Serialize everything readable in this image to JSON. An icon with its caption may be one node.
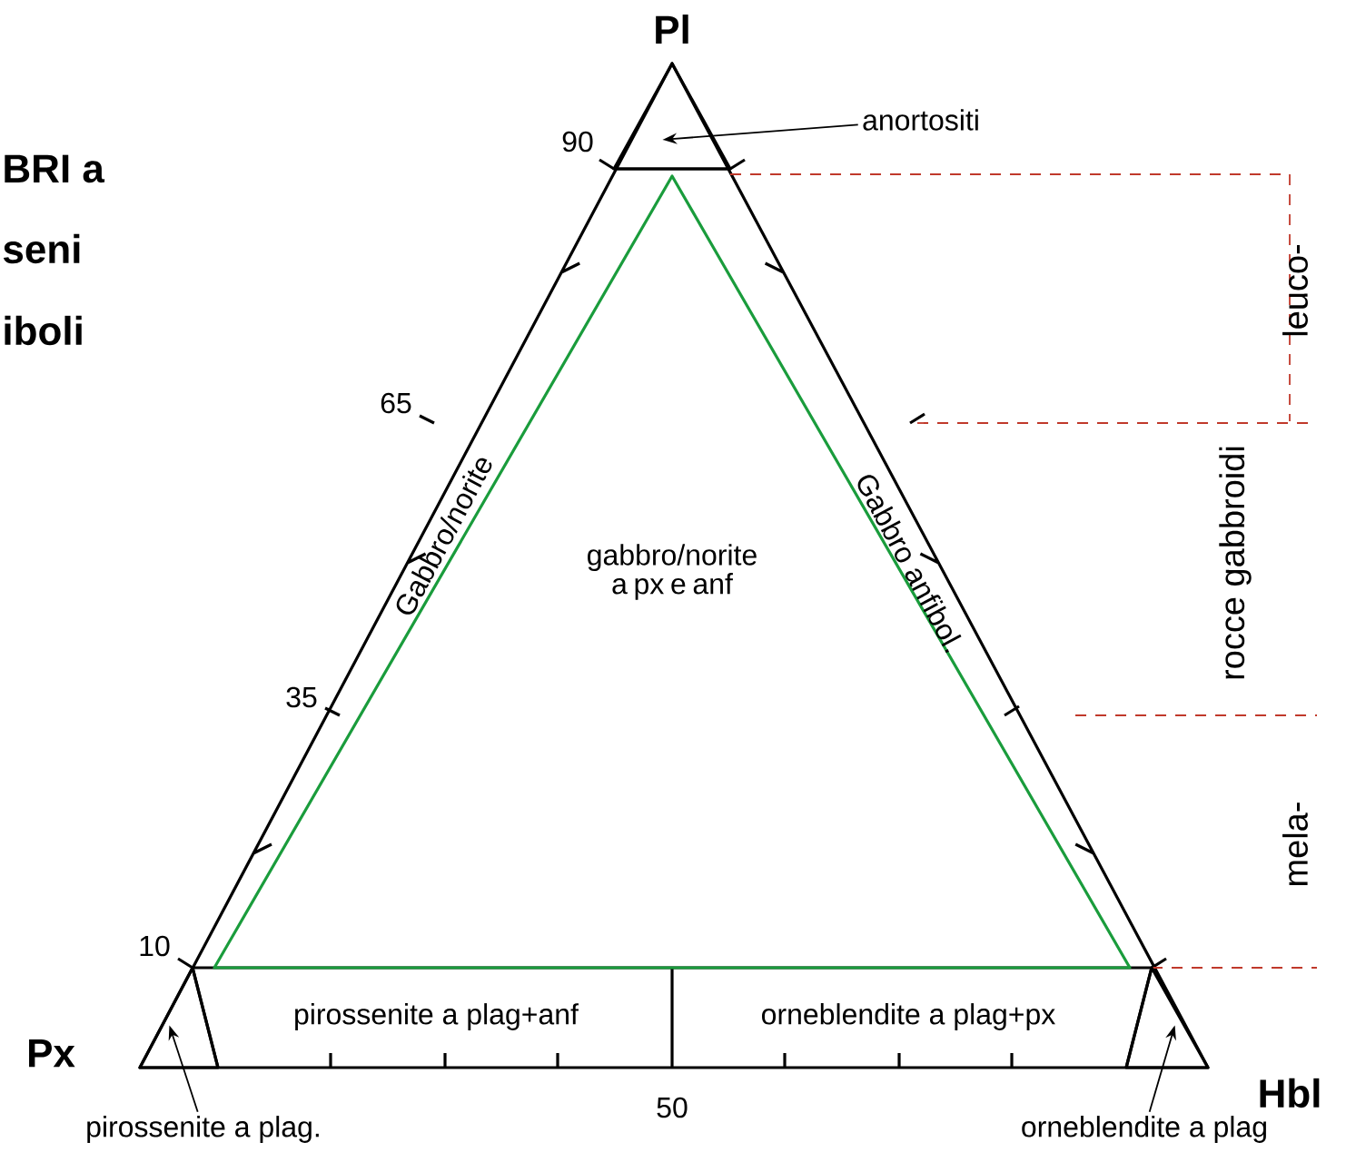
{
  "diagram": {
    "nodes": [
      {
        "text": [
          "anortositi"
        ]
      },
      {
        "text": [],
        "shape": "triangle"
      },
      {
        "text": [
          "gabbro/norite a px e anf"
        ]
      },
      {
        "text": [
          "pirossenite a plag."
        ]
      },
      {
        "text": [],
        "shape": "triangle"
      },
      {
        "text": [
          "orneblendite a plag"
        ]
      },
      {
        "text": [],
        "shape": "triangle"
      }
    ],
    "edges": [
      {
        "from": 0,
        "to": 1,
        "arrow": "to"
      },
      {
        "from": 3,
        "to": 4,
        "arrow": "to"
      },
      {
        "from": 5,
        "to": 6,
        "arrow": "to"
      }
    ],
    "labels": [
      "BRI a",
      "seni",
      "iboli",
      "Pl",
      "Px",
      "Hbl",
      "90",
      "65",
      "35",
      "10",
      "50",
      "Gabbro/norite",
      "Gabbro anfibol.",
      "pirossenite a plag+anf",
      "orneblendite a plag+px",
      "rocce gabbroidi",
      "leuco-",
      "mela-"
    ]
  }
}
